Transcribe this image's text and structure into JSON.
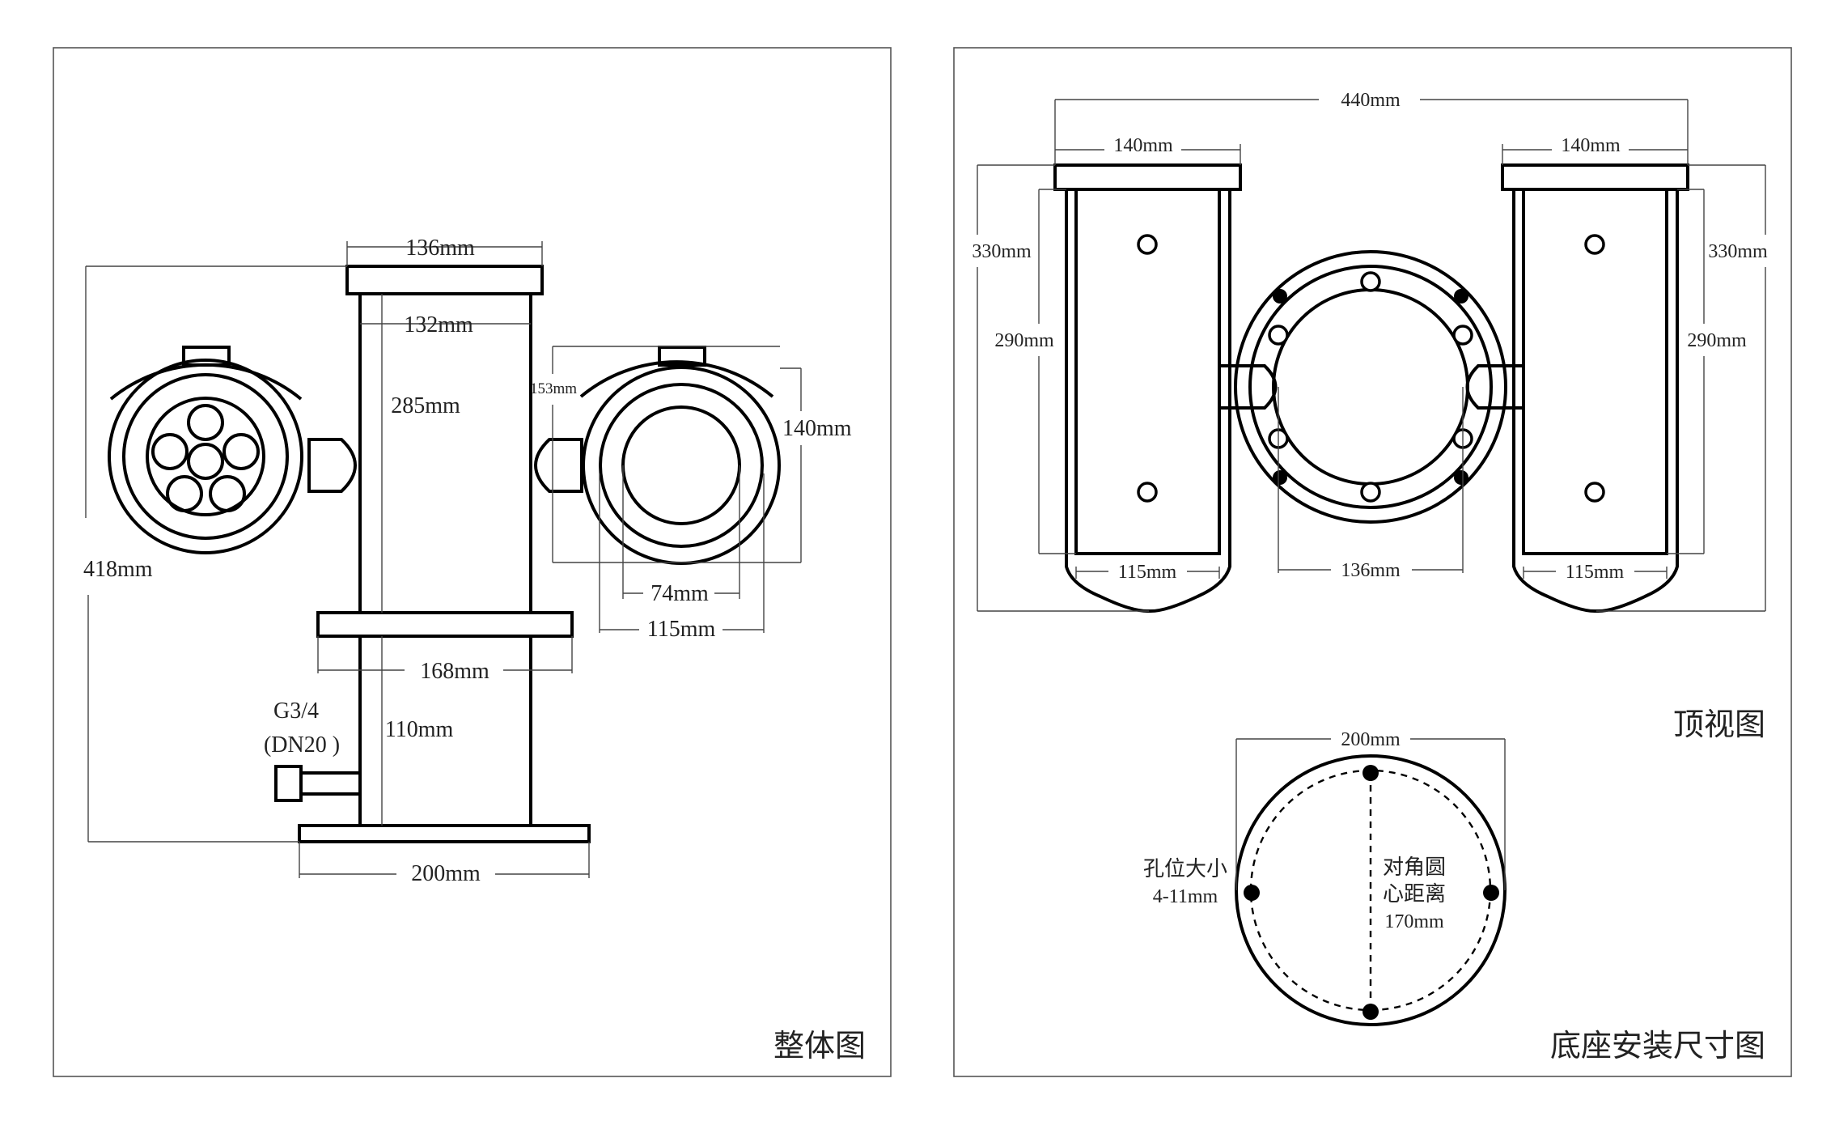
{
  "panels": {
    "overall": {
      "title": "整体图"
    },
    "top_view": {
      "title": "顶视图"
    },
    "base": {
      "title": "底座安装尺寸图"
    }
  },
  "overall_dims": {
    "top_cap_width": "136mm",
    "column_width": "132mm",
    "column_upper_height": "285mm",
    "total_height": "418mm",
    "camera_housing_height": "153mm",
    "camera_housing_width": "140mm",
    "window_diameter": "74mm",
    "lens_ring_diameter": "115mm",
    "flange_width": "168mm",
    "column_lower_height": "110mm",
    "base_width": "200mm",
    "inlet_thread": "G3/4",
    "inlet_dn": "(DN20 )"
  },
  "top_view_dims": {
    "overall_width": "440mm",
    "left_cap_width": "140mm",
    "right_cap_width": "140mm",
    "left_total_length": "330mm",
    "left_body_length": "290mm",
    "right_total_length": "330mm",
    "right_body_length": "290mm",
    "left_body_width": "115mm",
    "right_body_width": "115mm",
    "center_ring_diameter": "136mm"
  },
  "base_dims": {
    "base_diameter": "200mm",
    "hole_size_label": "孔位大小",
    "hole_size_value": "4-11mm",
    "diag_label_1": "对角圆",
    "diag_label_2": "心距离",
    "diag_value": "170mm"
  }
}
